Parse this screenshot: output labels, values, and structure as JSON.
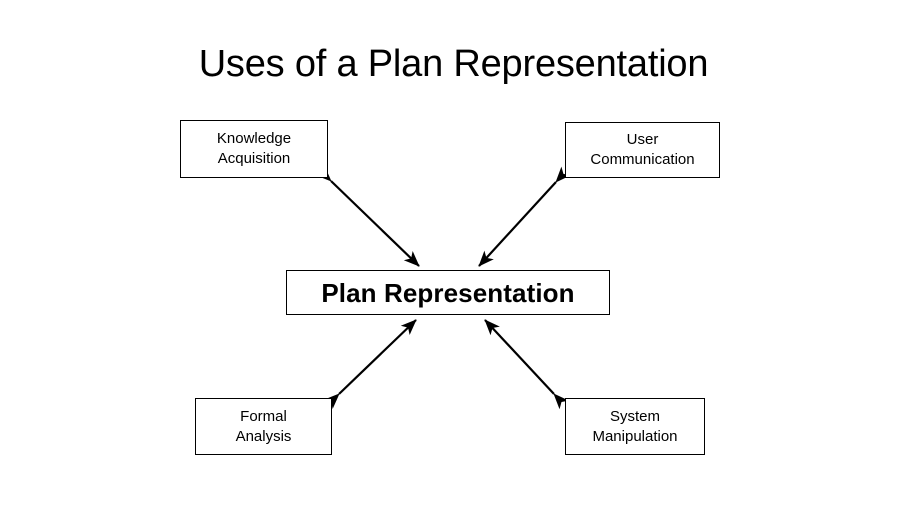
{
  "slide": {
    "title": "Uses of a Plan Representation",
    "background_color": "#ffffff",
    "ink_color": "#000000"
  },
  "diagram": {
    "type": "hub-and-spoke",
    "center": {
      "id": "plan-representation",
      "label": "Plan Representation"
    },
    "nodes": [
      {
        "id": "knowledge-acquisition",
        "label": "Knowledge\nAcquisition",
        "position": "top-left"
      },
      {
        "id": "user-communication",
        "label": "User\nCommunication",
        "position": "top-right"
      },
      {
        "id": "formal-analysis",
        "label": "Formal\nAnalysis",
        "position": "bottom-left"
      },
      {
        "id": "system-manipulation",
        "label": "System\nManipulation",
        "position": "bottom-right"
      }
    ],
    "connectors": [
      {
        "id": "knowledge-acquisition-link",
        "from": "knowledge-acquisition",
        "to": "plan-representation",
        "style": "double-headed-arrow"
      },
      {
        "id": "user-communication-link",
        "from": "user-communication",
        "to": "plan-representation",
        "style": "double-headed-arrow"
      },
      {
        "id": "formal-analysis-link",
        "from": "formal-analysis",
        "to": "plan-representation",
        "style": "double-headed-arrow"
      },
      {
        "id": "system-manipulation-link",
        "from": "system-manipulation",
        "to": "plan-representation",
        "style": "double-headed-arrow"
      }
    ]
  }
}
